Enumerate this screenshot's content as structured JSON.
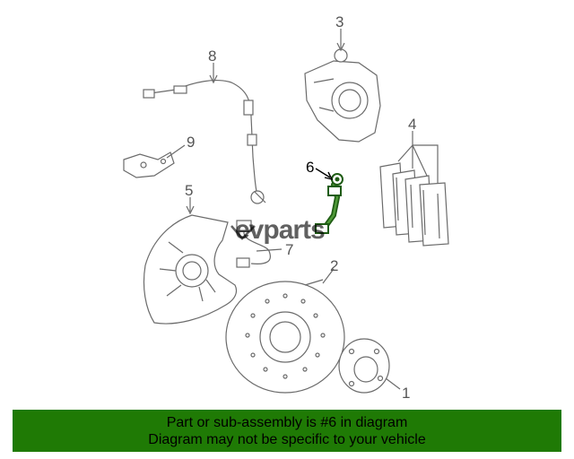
{
  "callouts": [
    "1",
    "2",
    "3",
    "4",
    "5",
    "6",
    "7",
    "8",
    "9"
  ],
  "watermark": "evparts",
  "banner": {
    "line1": "Part or sub-assembly is #6 in diagram",
    "line2": "Diagram may not be specific to your vehicle"
  },
  "colors": {
    "banner": "#1f7a05",
    "highlight_part": "#1f5c14",
    "line_art": "#6b6b6b"
  }
}
